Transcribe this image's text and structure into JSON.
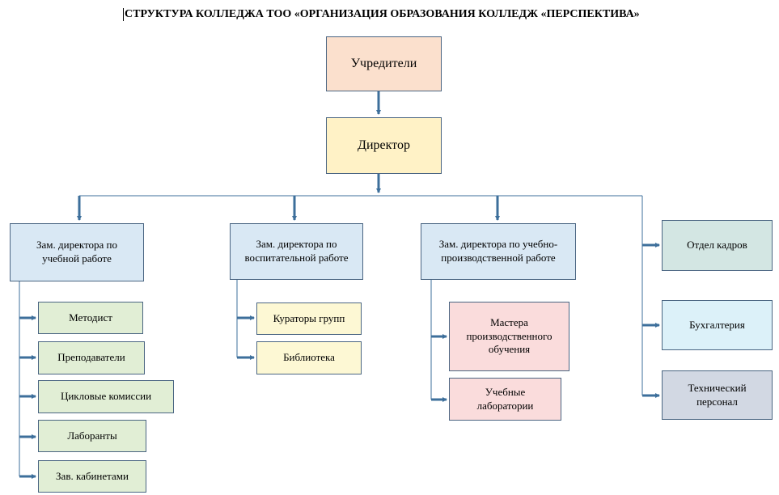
{
  "title": "СТРУКТУРА КОЛЛЕДЖА ТОО «ОРГАНИЗАЦИЯ ОБРАЗОВАНИЯ КОЛЛЕДЖ «ПЕРСПЕКТИВА»",
  "colors": {
    "line": "#3d6f9b",
    "founders": "#fbe0cd",
    "director": "#fff2c6",
    "deputy": "#d9e8f4",
    "green": "#e1eed5",
    "yellow": "#fdf8d4",
    "pink": "#fadcdc",
    "teal": "#d3e6e3",
    "cyan": "#dcf1f9",
    "slate": "#d2d8e3"
  },
  "nodes": {
    "founders": "Учредители",
    "director": "Директор",
    "deputy_academic": "Зам. директора по учебной работе",
    "deputy_educational": "Зам. директора по воспитательной работе",
    "deputy_production": "Зам. директора по учебно-производственной работе",
    "hr": "Отдел кадров",
    "accounting": "Бухгалтерия",
    "tech_staff": "Технический персонал",
    "methodist": "Методист",
    "teachers": "Преподаватели",
    "cycle_commissions": "Цикловые комиссии",
    "lab_assistants": "Лаборанты",
    "cabinet_heads": "Зав. кабинетами",
    "group_curators": "Кураторы групп",
    "library": "Библиотека",
    "masters": "Мастера производственного обучения",
    "labs": "Учебные лаборатории"
  }
}
